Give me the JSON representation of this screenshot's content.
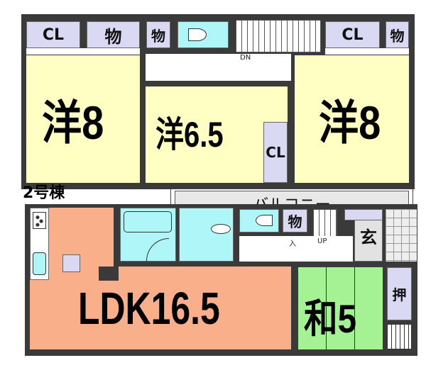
{
  "building_label": "2号棟",
  "upper_floor": {
    "closet_left": "CL",
    "storage_left": "物",
    "storage_small": "物",
    "stairs_label": "DN",
    "closet_right": "CL",
    "storage_right": "物",
    "room_left": "洋8",
    "room_center": "洋6.5",
    "closet_center": "CL",
    "room_right": "洋8",
    "balcony": "バルコニー"
  },
  "lower_floor": {
    "ldk": "LDK16.5",
    "storage": "物",
    "entry_mark": "入",
    "stairs_label": "UP",
    "entrance": "玄",
    "japanese_room": "和5",
    "oshiire": "押"
  },
  "colors": {
    "western_room": "#ffffc4",
    "ldk": "#f9b08a",
    "japanese_room": "#a4f294",
    "storage": "#d9d9f3",
    "wet_area": "#aef6f8",
    "wall": "#3a3a3a"
  }
}
